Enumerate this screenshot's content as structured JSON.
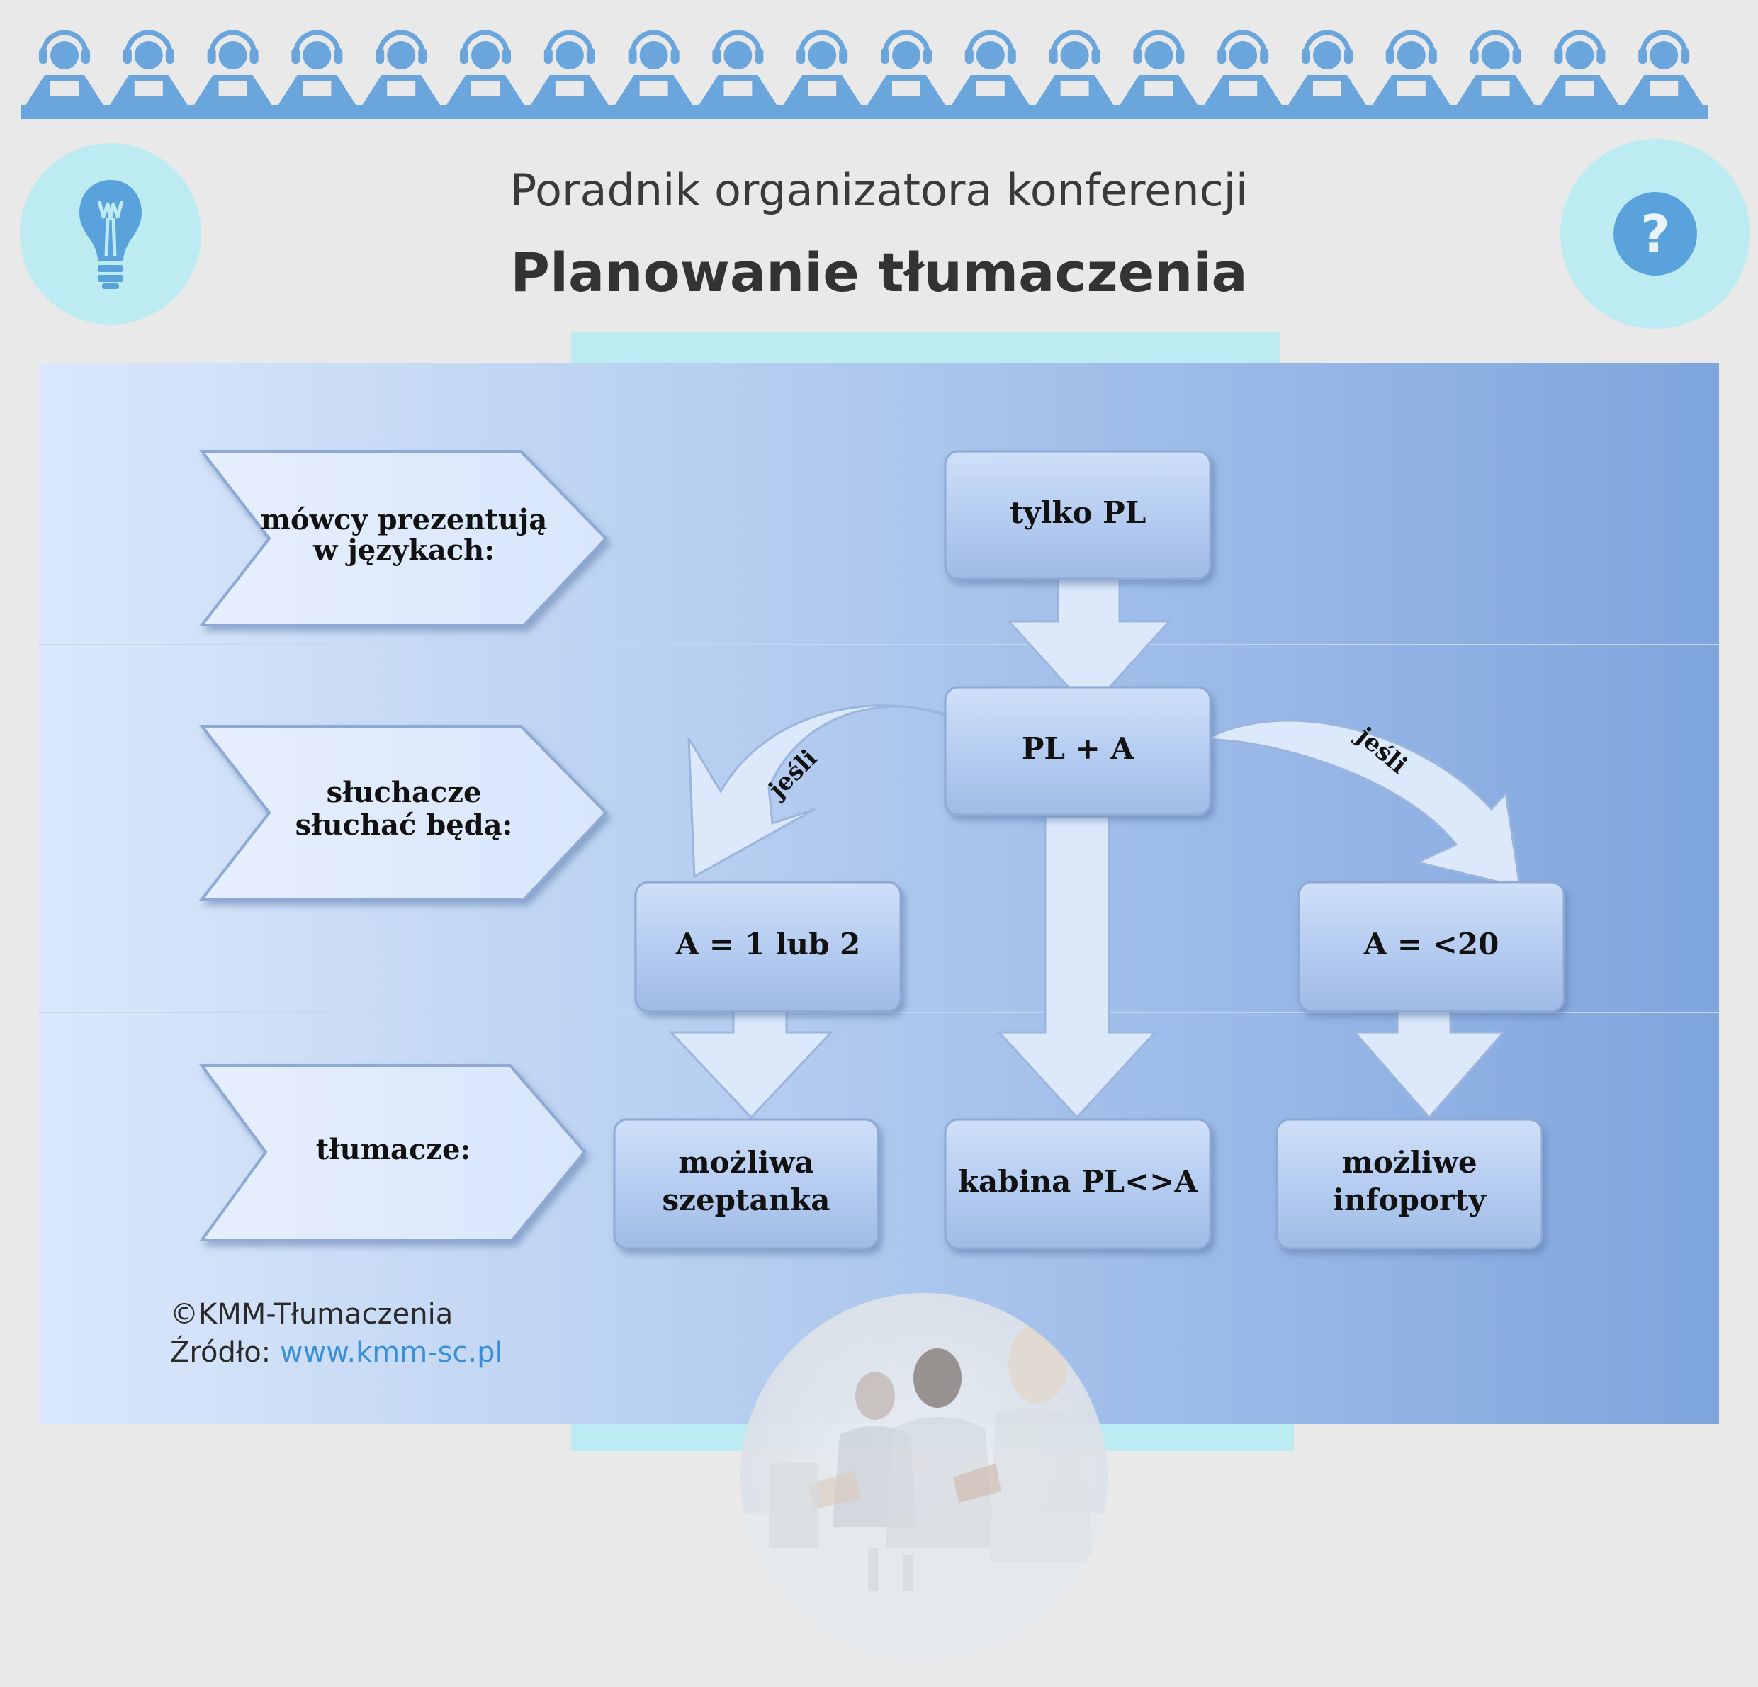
{
  "header": {
    "subtitle": "Poradnik organizatora konferencji",
    "title": "Planowanie tłumaczenia",
    "help_symbol": "?"
  },
  "icons": {
    "people_row": "listener-with-headphones-icon",
    "people_count": 20,
    "left_badge": "lightbulb-icon",
    "right_badge": "question-mark-icon"
  },
  "colors": {
    "icon_blue": "#6aa5dc",
    "badge_teal": "#bdebf2",
    "box_fill": "#b8d0f2",
    "box_stroke": "#8da9d6",
    "panel_left": "#dbe8fb",
    "panel_right": "#7fa5dd",
    "link": "#3a8fd6"
  },
  "diagram": {
    "row_labels": [
      "mówcy prezentują w językach:",
      "słuchacze słuchać będą:",
      "tłumacze:"
    ],
    "row_label_lines": [
      [
        "mówcy prezentują",
        "w językach:"
      ],
      [
        "słuchacze",
        "słuchać będą:"
      ],
      [
        "tłumacze:"
      ]
    ],
    "nodes": {
      "speakers_pl": "tylko PL",
      "speakers_pl_a": "PL + A",
      "listeners_few": "A = 1 lub 2",
      "listeners_many": "A = <20",
      "whisper": [
        "możliwa",
        "szeptanka"
      ],
      "booth": "kabina PL<>A",
      "infoports": [
        "możliwe",
        "infoporty"
      ]
    },
    "arrow_labels": {
      "left": "jeśli",
      "right": "jeśli"
    }
  },
  "footer": {
    "copyright": "©KMM-Tłumaczenia",
    "source_label": "Źródło: ",
    "source_url": "www.kmm-sc.pl"
  }
}
